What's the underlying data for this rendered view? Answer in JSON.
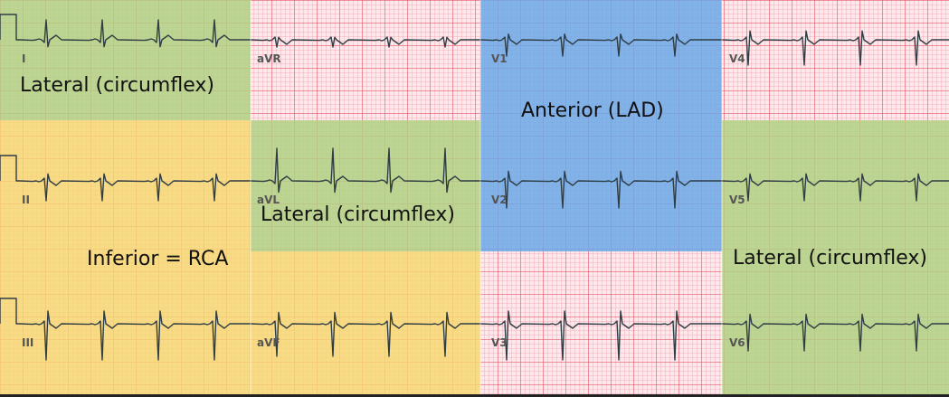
{
  "regions": {
    "lateral_1": "Lateral (circumflex)",
    "anterior": "Anterior (LAD)",
    "lateral_2": "Lateral (circumflex)",
    "inferior": "Inferior = RCA",
    "lateral_3": "Lateral (circumflex)"
  },
  "leads": {
    "I": "I",
    "aVR": "aVR",
    "V1": "V1",
    "V4": "V4",
    "II": "II",
    "aVL": "aVL",
    "V2": "V2",
    "V5": "V5",
    "III": "III",
    "aVF": "aVF",
    "V3": "V3",
    "V6": "V6"
  },
  "colors": {
    "lateral": "#b0d081",
    "inferior": "#f7d770",
    "anterior": "#68a8e8",
    "paper": "#fde9ec",
    "trace": "#2f3d44"
  }
}
